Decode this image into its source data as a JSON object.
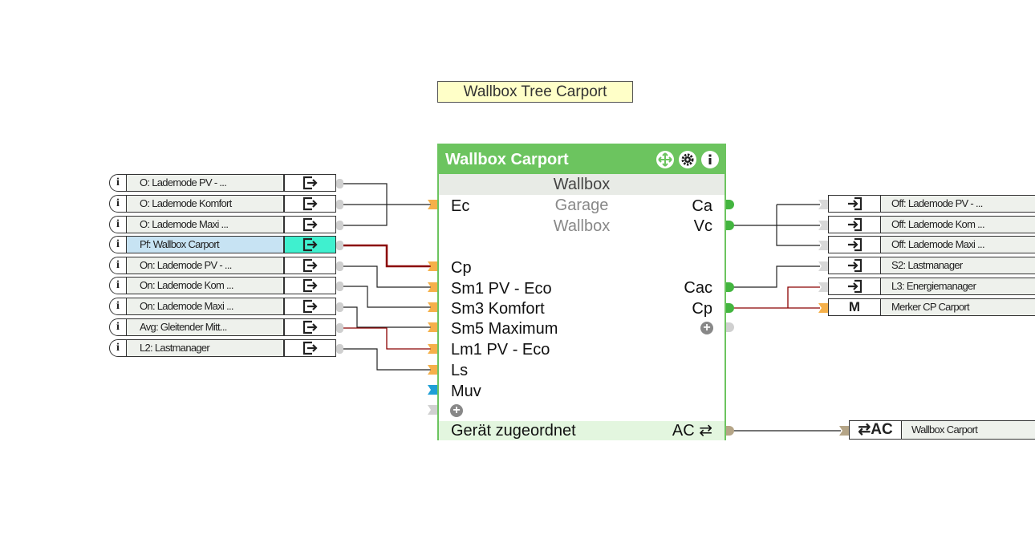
{
  "title": "Wallbox Tree Carport",
  "inputs": [
    {
      "label": "O: Lademode PV - ...",
      "icon": "output-arrow-icon"
    },
    {
      "label": "O: Lademode Komfort",
      "icon": "output-arrow-icon"
    },
    {
      "label": "O: Lademode Maxi ...",
      "icon": "output-arrow-icon"
    },
    {
      "label": "Pf: Wallbox Carport",
      "icon": "output-arrow-icon"
    },
    {
      "label": "On: Lademode PV - ...",
      "icon": "output-arrow-icon"
    },
    {
      "label": "On: Lademode Kom ...",
      "icon": "output-arrow-icon"
    },
    {
      "label": "On: Lademode Maxi ...",
      "icon": "output-arrow-icon"
    },
    {
      "label": "Avg: Gleitender Mitt...",
      "icon": "output-arrow-icon"
    },
    {
      "label": "L2: Lastmanager",
      "icon": "output-arrow-icon"
    }
  ],
  "block": {
    "name": "Wallbox Carport",
    "type": "Wallbox",
    "room": "Garage",
    "category": "Wallbox",
    "inputs": [
      "Ec",
      "Cp",
      "Sm1 PV - Eco",
      "Sm3 Komfort",
      "Sm5 Maximum",
      "Lm1 PV - Eco",
      "Ls",
      "Muv"
    ],
    "outputs": [
      "Ca",
      "Vc",
      "Cac",
      "Cp"
    ],
    "footer_left": "Gerät zugeordnet",
    "footer_right": "AC ⇄"
  },
  "outputs": [
    {
      "label": "Off: Lademode PV - ...",
      "icon": "input-arrow-icon"
    },
    {
      "label": "Off: Lademode Kom ...",
      "icon": "input-arrow-icon"
    },
    {
      "label": "Off: Lademode Maxi ...",
      "icon": "input-arrow-icon"
    },
    {
      "label": "S2: Lastmanager",
      "icon": "input-arrow-icon"
    },
    {
      "label": "L3: Energiemanager",
      "icon": "input-arrow-icon"
    },
    {
      "label": "Merker CP Carport",
      "icon": "M"
    }
  ],
  "ac_output": {
    "icon": "⇄AC",
    "label": "Wallbox Carport"
  },
  "colors": {
    "block": "#6cc45f",
    "highlight": "#3ff0cf",
    "wire_selected": "#8b0000",
    "input_port": "#f5b04a",
    "muv_port": "#1e9fd6"
  }
}
